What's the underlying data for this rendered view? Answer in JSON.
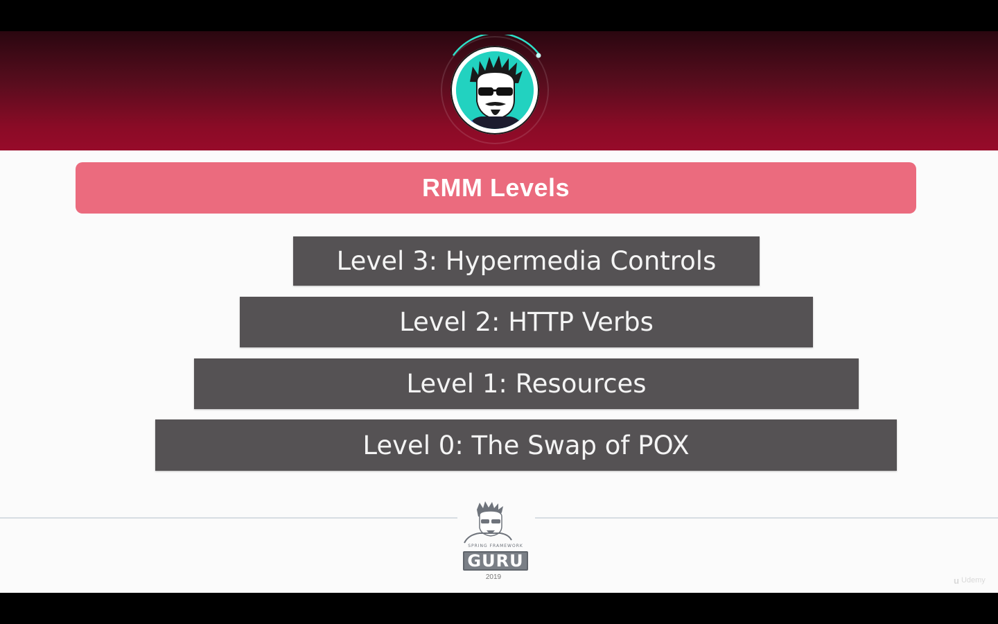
{
  "slide": {
    "title": "RMM Levels",
    "levels": [
      {
        "label": "Level 3: Hypermedia Controls"
      },
      {
        "label": "Level 2: HTTP Verbs"
      },
      {
        "label": "Level 1: Resources"
      },
      {
        "label": "Level 0: The Swap of POX"
      }
    ]
  },
  "footer": {
    "logo_tagline": "SPRING FRAMEWORK",
    "logo_text": "GURU",
    "year": "2019"
  },
  "watermark": {
    "mark": "u",
    "text": "Udemy"
  },
  "colors": {
    "header_dark": "#2a0710",
    "header_red": "#970b2a",
    "title_bar": "#eb6b7e",
    "step_fill": "#555254",
    "avatar_bg": "#22d2c0"
  },
  "icons": {
    "header_avatar": "guru-avatar-icon",
    "footer_logo": "spring-framework-guru-logo"
  }
}
